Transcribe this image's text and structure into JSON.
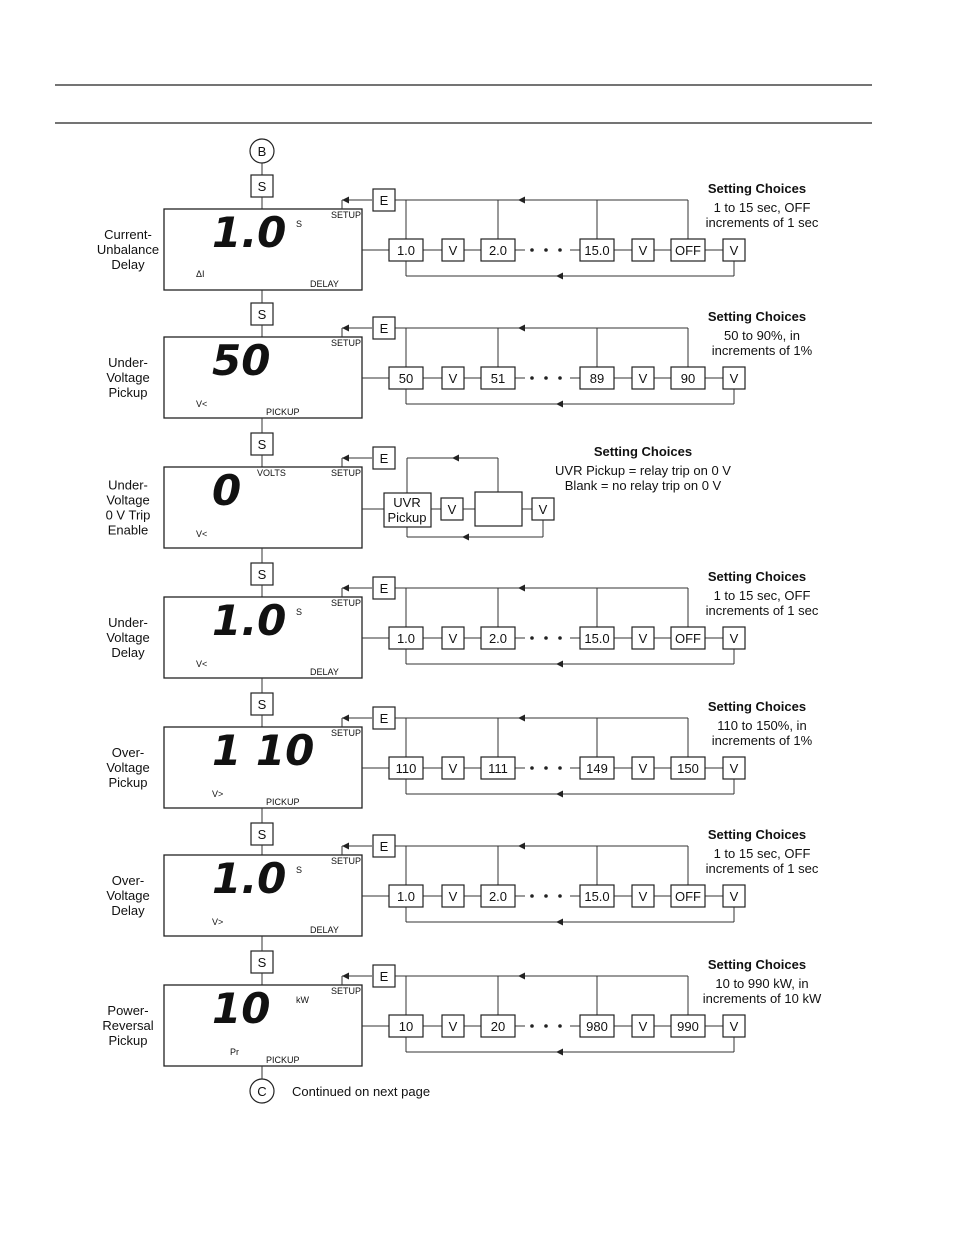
{
  "connectors": {
    "start": "B",
    "end": "C",
    "end_note": "Continued on next page"
  },
  "keys": {
    "step": "S",
    "enter": "E",
    "value": "V"
  },
  "display_labels": {
    "setup": "SETUP"
  },
  "steps": [
    {
      "label": [
        "Current-",
        "Unbalance",
        "Delay"
      ],
      "value": "1.0",
      "unit": "S",
      "mode": "DELAY",
      "symbol": "ΔI",
      "options": [
        "1.0",
        "2.0",
        "15.0",
        "OFF"
      ],
      "choices_title": "Setting Choices",
      "choices_text": [
        "1 to 15 sec, OFF",
        "increments of 1 sec"
      ]
    },
    {
      "label": [
        "Under-",
        "Voltage",
        "Pickup"
      ],
      "value": "50",
      "unit": "",
      "mode": "PICKUP",
      "symbol": "V<",
      "options": [
        "50",
        "51",
        "89",
        "90"
      ],
      "choices_title": "Setting Choices",
      "choices_text": [
        "50 to 90%, in",
        "increments of 1%"
      ]
    },
    {
      "label": [
        "Under-",
        "Voltage",
        "0 V Trip",
        "Enable"
      ],
      "value": "0",
      "unit": "VOLTS",
      "mode": "",
      "symbol": "V<",
      "options": [
        "UVR Pickup",
        ""
      ],
      "choices_title": "Setting Choices",
      "choices_text": [
        "UVR Pickup = relay trip on 0 V",
        "Blank = no relay trip on 0 V"
      ]
    },
    {
      "label": [
        "Under-",
        "Voltage",
        "Delay"
      ],
      "value": "1.0",
      "unit": "S",
      "mode": "DELAY",
      "symbol": "V<",
      "options": [
        "1.0",
        "2.0",
        "15.0",
        "OFF"
      ],
      "choices_title": "Setting Choices",
      "choices_text": [
        "1 to 15 sec, OFF",
        "increments of 1 sec"
      ]
    },
    {
      "label": [
        "Over-",
        "Voltage",
        "Pickup"
      ],
      "value": "1 10",
      "unit": "",
      "mode": "PICKUP",
      "symbol": "V>",
      "options": [
        "110",
        "111",
        "149",
        "150"
      ],
      "choices_title": "Setting Choices",
      "choices_text": [
        "110 to 150%, in",
        "increments of 1%"
      ]
    },
    {
      "label": [
        "Over-",
        "Voltage",
        "Delay"
      ],
      "value": "1.0",
      "unit": "S",
      "mode": "DELAY",
      "symbol": "V>",
      "options": [
        "1.0",
        "2.0",
        "15.0",
        "OFF"
      ],
      "choices_title": "Setting Choices",
      "choices_text": [
        "1 to 15 sec, OFF",
        "increments of 1 sec"
      ]
    },
    {
      "label": [
        "Power-",
        "Reversal",
        "Pickup"
      ],
      "value": "10",
      "unit": "kW",
      "mode": "PICKUP",
      "symbol": "Pr",
      "options": [
        "10",
        "20",
        "980",
        "990"
      ],
      "choices_title": "Setting Choices",
      "choices_text": [
        "10 to 990 kW, in",
        "increments of 10 kW"
      ]
    }
  ]
}
